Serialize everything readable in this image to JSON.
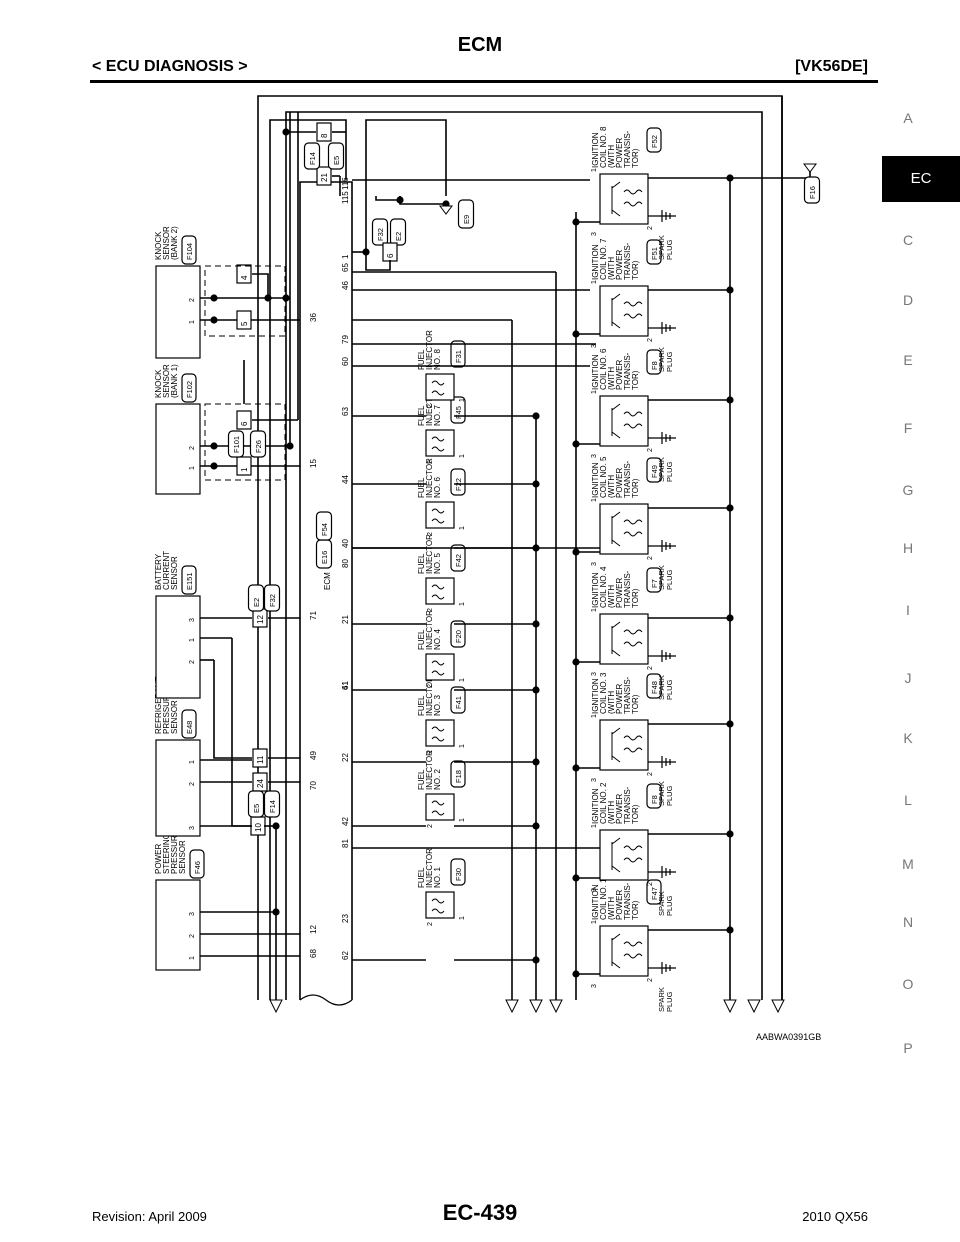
{
  "header": {
    "title": "ECM",
    "subtitle": "< ECU DIAGNOSIS >",
    "model": "[VK56DE]"
  },
  "side_index": {
    "items": [
      "A",
      "C",
      "D",
      "E",
      "F",
      "G",
      "H",
      "I",
      "J",
      "K",
      "L",
      "M",
      "N",
      "O",
      "P"
    ],
    "active": "EC"
  },
  "footer": {
    "revision": "Revision: April 2009",
    "page": "EC-439",
    "vehicle": "2010 QX56"
  },
  "figure_id": "AABWA0391GB",
  "diagram": {
    "ecm": {
      "label": "ECM",
      "connectors": [
        "E16",
        "F54"
      ]
    },
    "sensors": [
      {
        "name": [
          "POWER",
          "STEERING",
          "PRESSURE",
          "SENSOR"
        ],
        "connector": "F46",
        "pins": [
          "1",
          "2",
          "3"
        ]
      },
      {
        "name": [
          "REFRIGERANT",
          "PRESSURE",
          "SENSOR"
        ],
        "connector": "E48",
        "pins": [
          "3",
          "2",
          "1"
        ]
      },
      {
        "name": [
          "BATTERY",
          "CURRENT",
          "SENSOR"
        ],
        "connector": "E151",
        "pins": [
          "2",
          "1",
          "3"
        ]
      },
      {
        "name": [
          "KNOCK",
          "SENSOR",
          "(BANK 1)"
        ],
        "connector": "F102",
        "pins": [
          "1",
          "2"
        ]
      },
      {
        "name": [
          "KNOCK",
          "SENSOR",
          "(BANK 2)"
        ],
        "connector": "F104",
        "pins": [
          "1",
          "2"
        ]
      }
    ],
    "ecm_terminals_inner": [
      "68",
      "12",
      "70",
      "49",
      "71",
      "15",
      "36",
      "21",
      "8"
    ],
    "ecm_terminals_outer": [
      "62",
      "23",
      "81",
      "42",
      "22",
      "61",
      "41",
      "21",
      "80",
      "40",
      "44",
      "63",
      "60",
      "79",
      "46",
      "65",
      "1",
      "115",
      "116"
    ],
    "injectors": [
      {
        "name": [
          "FUEL",
          "INJECTOR",
          "NO. 1"
        ],
        "connector": "F30"
      },
      {
        "name": [
          "FUEL",
          "INJECTOR",
          "NO. 2"
        ],
        "connector": "F18"
      },
      {
        "name": [
          "FUEL",
          "INJECTOR",
          "NO. 3"
        ],
        "connector": "F41"
      },
      {
        "name": [
          "FUEL",
          "INJECTOR",
          "NO. 4"
        ],
        "connector": "F20"
      },
      {
        "name": [
          "FUEL",
          "INJECTOR",
          "NO. 5"
        ],
        "connector": "F42"
      },
      {
        "name": [
          "FUEL",
          "INJECTOR",
          "NO. 6"
        ],
        "connector": "F22"
      },
      {
        "name": [
          "FUEL",
          "INJECTOR",
          "NO. 7"
        ],
        "connector": "F45"
      },
      {
        "name": [
          "FUEL",
          "INJECTOR",
          "NO. 8"
        ],
        "connector": "F31"
      }
    ],
    "ignition_coils": [
      {
        "name": [
          "IGNITION",
          "COIL NO. 1",
          "(WITH",
          "POWER",
          "TRANSIS-",
          "TOR)"
        ],
        "connector": "F47"
      },
      {
        "name": [
          "IGNITION",
          "COIL NO. 2",
          "(WITH",
          "POWER",
          "TRANSIS-",
          "TOR)"
        ],
        "connector": "F8"
      },
      {
        "name": [
          "IGNITION",
          "COIL NO. 3",
          "(WITH",
          "POWER",
          "TRANSIS-",
          "TOR)"
        ],
        "connector": "F48"
      },
      {
        "name": [
          "IGNITION",
          "COIL NO. 4",
          "(WITH",
          "POWER",
          "TRANSIS-",
          "TOR)"
        ],
        "connector": "F7"
      },
      {
        "name": [
          "IGNITION",
          "COIL NO. 5",
          "(WITH",
          "POWER",
          "TRANSIS-",
          "TOR)"
        ],
        "connector": "F49"
      },
      {
        "name": [
          "IGNITION",
          "COIL NO. 6",
          "(WITH",
          "POWER",
          "TRANSIS-",
          "TOR)"
        ],
        "connector": "F8"
      },
      {
        "name": [
          "IGNITION",
          "COIL NO. 7",
          "(WITH",
          "POWER",
          "TRANSIS-",
          "TOR)"
        ],
        "connector": "F51"
      },
      {
        "name": [
          "IGNITION",
          "COIL NO. 8",
          "(WITH",
          "POWER",
          "TRANSIS-",
          "TOR)"
        ],
        "connector": "F52"
      }
    ],
    "spark_plug_label": [
      "SPARK",
      "PLUG"
    ],
    "joint_connectors": [
      {
        "id": "E5 / F14",
        "a": "E5",
        "b": "F14",
        "pins": [
          "10",
          "24",
          "11"
        ]
      },
      {
        "id": "E2 / F32",
        "a": "E2",
        "b": "F32",
        "pins": [
          "12"
        ]
      },
      {
        "id": "F101 / F26",
        "a": "F101",
        "b": "F26",
        "pins": [
          "1",
          "6"
        ]
      },
      {
        "id": "F14 / E5",
        "a": "F14",
        "b": "E5",
        "pins": [
          "21",
          "8"
        ]
      },
      {
        "id": "F32 / E2",
        "a": "F32",
        "b": "E2",
        "pins": [
          "6"
        ]
      }
    ],
    "shield_pins": [
      "5",
      "4"
    ],
    "grounds": [
      "E9",
      "F16"
    ],
    "pin_labels_small": [
      "1",
      "2",
      "3"
    ]
  }
}
